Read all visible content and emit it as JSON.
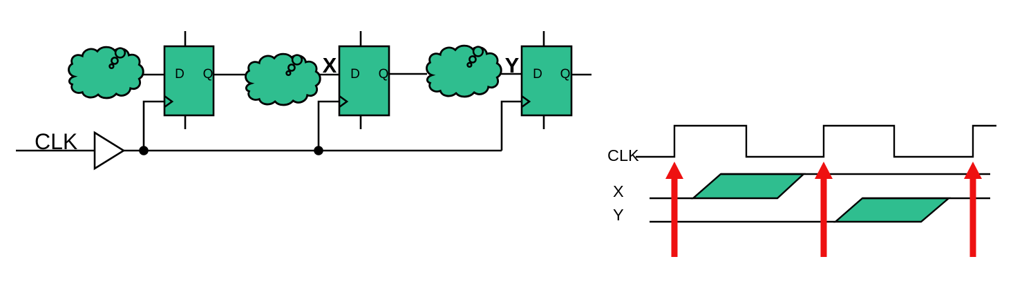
{
  "colors": {
    "component_green": "#2FBE8F",
    "highlight_red": "#EE1111",
    "wire_black": "#000000"
  },
  "circuit": {
    "clk_label": "CLK",
    "flip_flop": {
      "d_label": "D",
      "q_label": "Q"
    },
    "net_labels": {
      "x": "X",
      "y": "Y"
    }
  },
  "timing_diagram": {
    "clk_label": "CLK",
    "x_label": "X",
    "y_label": "Y",
    "clock_pulses_shown": 3,
    "events": [
      {
        "signal": "X",
        "transition": "low-to-high",
        "after_clock_edge": 1
      },
      {
        "signal": "Y",
        "transition": "low-to-high",
        "after_clock_edge": 2
      }
    ]
  }
}
